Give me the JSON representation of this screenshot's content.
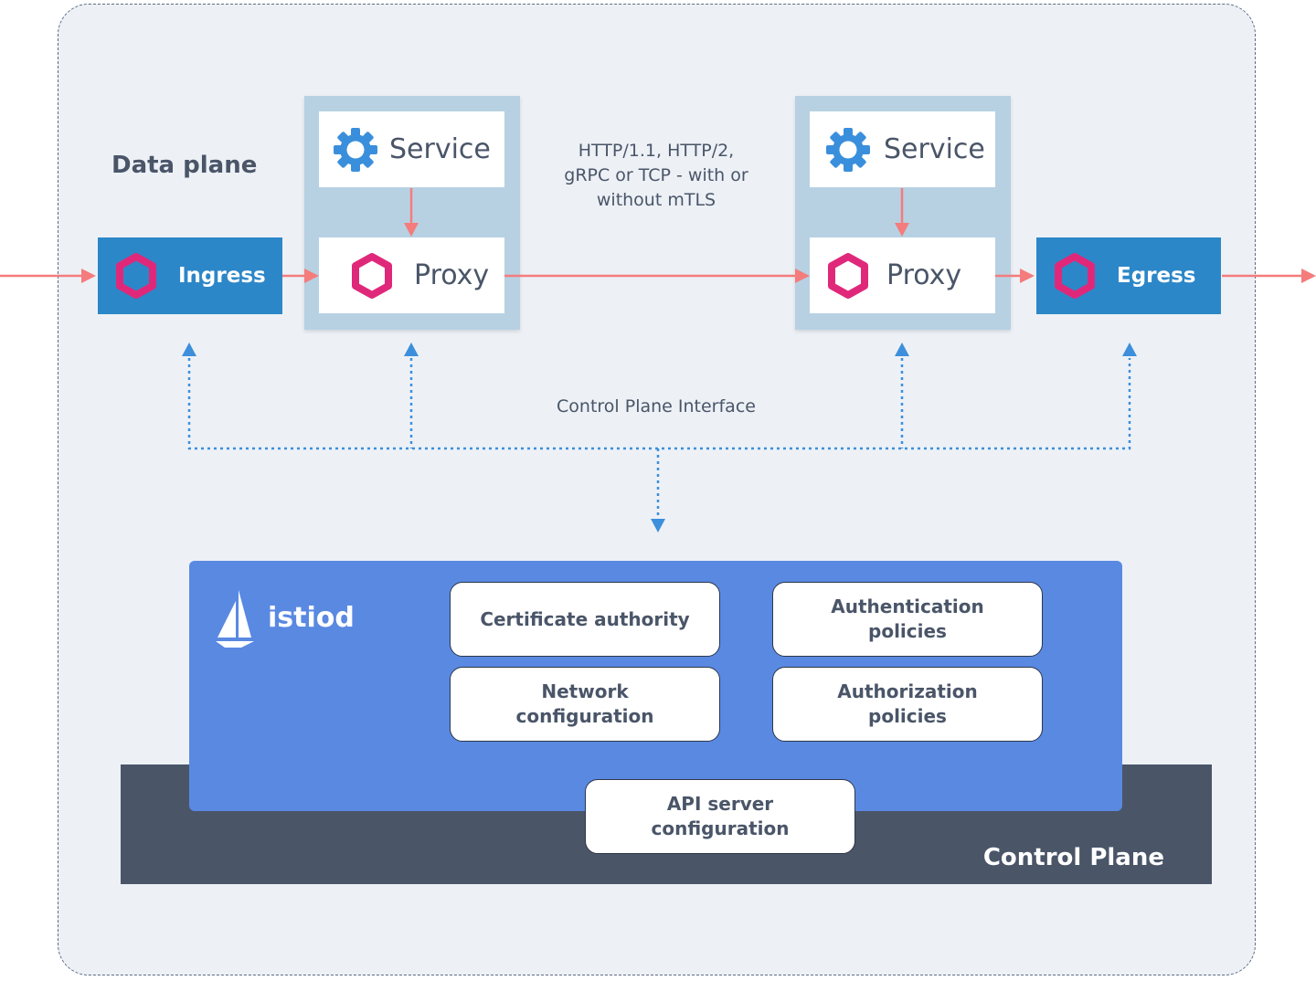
{
  "data_plane": {
    "title": "Data plane",
    "ingress_label": "Ingress",
    "egress_label": "Egress",
    "pod_left": {
      "service_label": "Service",
      "proxy_label": "Proxy"
    },
    "pod_right": {
      "service_label": "Service",
      "proxy_label": "Proxy"
    },
    "protocol_text": "HTTP/1.1, HTTP/2, gRPC or TCP - with or without mTLS",
    "control_plane_interface": "Control Plane Interface"
  },
  "control_plane": {
    "label": "Control Plane",
    "istiod_label": "istiod",
    "components": {
      "certificate_authority": "Certificate authority",
      "authentication_policies": "Authentication policies",
      "network_configuration": "Network configuration",
      "authorization_policies": "Authorization policies",
      "api_server_configuration": "API server configuration"
    }
  },
  "colors": {
    "flow_arrow": "#f47c7c",
    "dotted_link": "#3d8fdb",
    "gateway_box": "#2c87c8",
    "hexagon": "#e0287a",
    "gear": "#3a8fdc",
    "istiod_box": "#5a89e2",
    "control_plane_band": "#4a5568"
  },
  "icons": {
    "gateway": "hexagon-icon",
    "service": "gear-icon",
    "istiod": "sailboat-icon"
  }
}
